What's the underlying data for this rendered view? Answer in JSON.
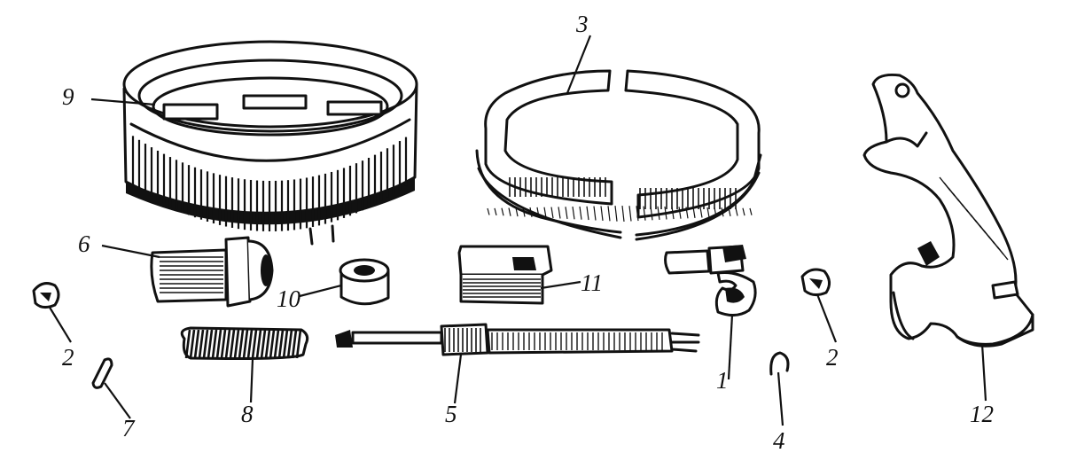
{
  "figure": {
    "parts": [
      {
        "id": "part-1",
        "label": "1"
      },
      {
        "id": "part-2a",
        "label": "2"
      },
      {
        "id": "part-2b",
        "label": "2"
      },
      {
        "id": "part-3",
        "label": "3"
      },
      {
        "id": "part-4",
        "label": "4"
      },
      {
        "id": "part-5",
        "label": "5"
      },
      {
        "id": "part-6",
        "label": "6"
      },
      {
        "id": "part-7",
        "label": "7"
      },
      {
        "id": "part-8",
        "label": "8"
      },
      {
        "id": "part-9",
        "label": "9"
      },
      {
        "id": "part-10",
        "label": "10"
      },
      {
        "id": "part-11",
        "label": "11"
      },
      {
        "id": "part-12",
        "label": "12"
      }
    ]
  }
}
